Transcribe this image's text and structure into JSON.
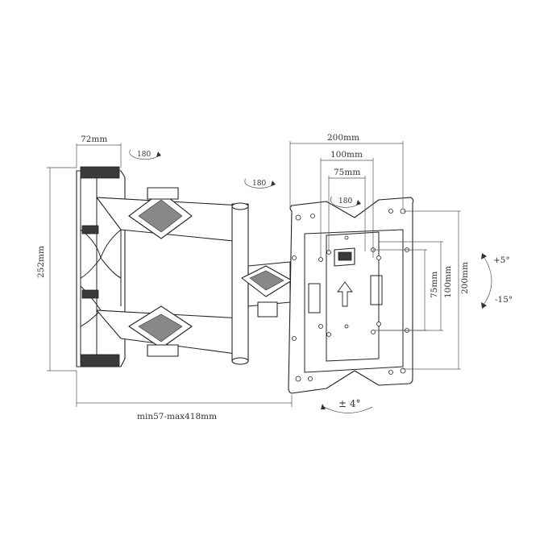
{
  "dimensions": {
    "width_arm_plate": "72mm",
    "height_wall_plate": "252mm",
    "extension": "min57-max418mm",
    "vesa_200_h": "200mm",
    "vesa_100_h": "100mm",
    "vesa_75_h": "75mm",
    "vesa_75_v": "75mm",
    "vesa_100_v": "100mm",
    "vesa_200_v": "200mm"
  },
  "rotations": {
    "wall_pivot": "180",
    "arm_pivot": "180",
    "plate_rotation": "180"
  },
  "tilt": {
    "up": "+5°",
    "down": "-15°"
  },
  "level_adjust": "± 4°"
}
